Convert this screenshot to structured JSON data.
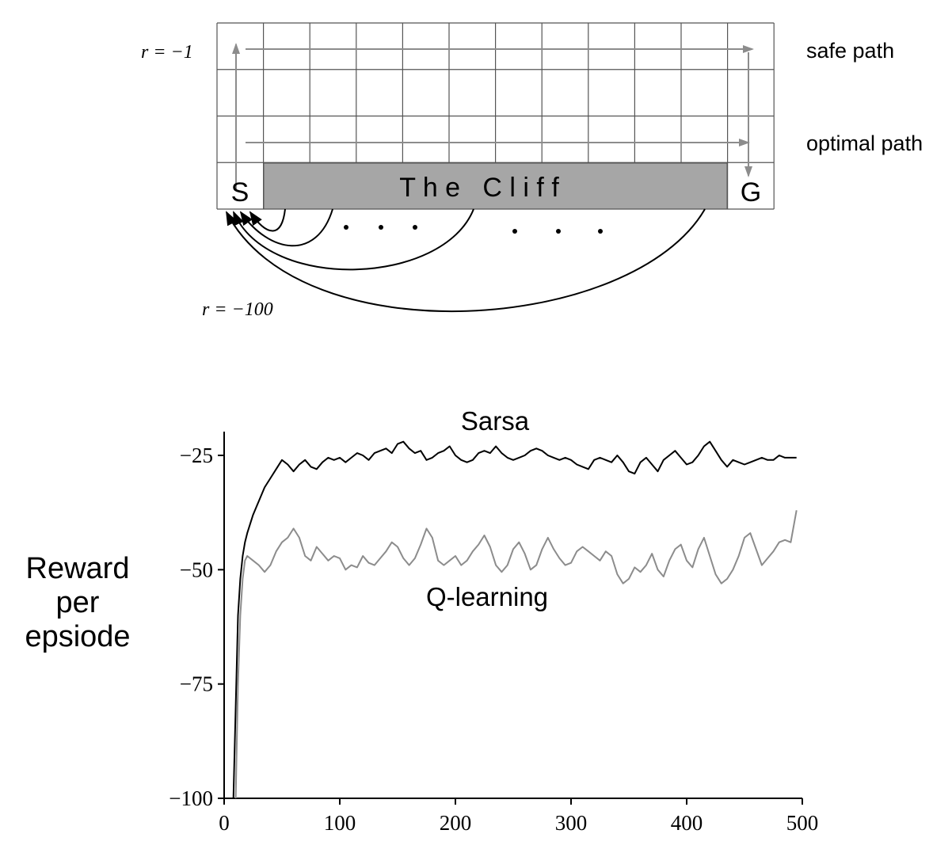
{
  "diagram": {
    "grid": {
      "cols": 12,
      "rows": 4
    },
    "labels": {
      "reward_step": "r = −1",
      "reward_cliff": "r = −100",
      "safe_path": "safe path",
      "optimal_path": "optimal path",
      "start": "S",
      "goal": "G",
      "cliff": "T h e   C l i f f"
    },
    "colors": {
      "cliff_fill": "#a6a6a6",
      "path_arrow": "#8c8c8c",
      "grid_line": "#555555"
    }
  },
  "chart_data": {
    "type": "line",
    "ylabel": "Reward\nper\nepsiode",
    "xlim": [
      0,
      500
    ],
    "ylim": [
      -100,
      -20
    ],
    "xticks": [
      0,
      100,
      200,
      300,
      400,
      500
    ],
    "yticks": [
      -25,
      -50,
      -75,
      -100
    ],
    "xtick_labels": [
      "0",
      "100",
      "200",
      "300",
      "400",
      "500"
    ],
    "ytick_labels": [
      "−25",
      "−50",
      "−75",
      "−100"
    ],
    "grid": false,
    "series": [
      {
        "name": "Sarsa",
        "color": "#000000",
        "x": [
          8,
          10,
          12,
          14,
          16,
          18,
          20,
          25,
          30,
          35,
          40,
          45,
          50,
          55,
          60,
          65,
          70,
          75,
          80,
          85,
          90,
          95,
          100,
          105,
          110,
          115,
          120,
          125,
          130,
          135,
          140,
          145,
          150,
          155,
          160,
          165,
          170,
          175,
          180,
          185,
          190,
          195,
          200,
          205,
          210,
          215,
          220,
          225,
          230,
          235,
          240,
          245,
          250,
          255,
          260,
          265,
          270,
          275,
          280,
          285,
          290,
          295,
          300,
          305,
          310,
          315,
          320,
          325,
          330,
          335,
          340,
          345,
          350,
          355,
          360,
          365,
          370,
          375,
          380,
          385,
          390,
          395,
          400,
          405,
          410,
          415,
          420,
          425,
          430,
          435,
          440,
          445,
          450,
          455,
          460,
          465,
          470,
          475,
          480,
          485,
          490,
          495
        ],
        "y": [
          -100,
          -80,
          -60,
          -52,
          -47,
          -44,
          -42,
          -38,
          -35,
          -32,
          -30,
          -28,
          -26,
          -27,
          -28.5,
          -27,
          -26,
          -27.5,
          -28,
          -26.5,
          -25.5,
          -26,
          -25.5,
          -26.5,
          -25.5,
          -24.5,
          -25,
          -26,
          -24.5,
          -24,
          -23.5,
          -24.5,
          -22.5,
          -22,
          -23.5,
          -24.5,
          -24,
          -26,
          -25.5,
          -24.5,
          -24,
          -23,
          -25,
          -26,
          -26.5,
          -26,
          -24.5,
          -24,
          -24.5,
          -23,
          -24.5,
          -25.5,
          -26,
          -25.5,
          -25,
          -24,
          -23.5,
          -24,
          -25,
          -25.5,
          -26,
          -25.5,
          -26,
          -27,
          -27.5,
          -28,
          -26,
          -25.5,
          -26,
          -26.5,
          -25,
          -26.5,
          -28.5,
          -29,
          -26.5,
          -25.5,
          -27,
          -28.5,
          -26,
          -25,
          -24,
          -25.5,
          -27,
          -26.5,
          -25,
          -23,
          -22,
          -24,
          -26,
          -27.5,
          -26,
          -26.5,
          -27,
          -26.5,
          -26,
          -25.5,
          -26,
          -26,
          -25,
          -25.5,
          -25.5,
          -25.5
        ]
      },
      {
        "name": "Q-learning",
        "color": "#8c8c8c",
        "x": [
          10,
          12,
          14,
          16,
          18,
          20,
          25,
          30,
          35,
          40,
          45,
          50,
          55,
          60,
          65,
          70,
          75,
          80,
          85,
          90,
          95,
          100,
          105,
          110,
          115,
          120,
          125,
          130,
          135,
          140,
          145,
          150,
          155,
          160,
          165,
          170,
          175,
          180,
          185,
          190,
          195,
          200,
          205,
          210,
          215,
          220,
          225,
          230,
          235,
          240,
          245,
          250,
          255,
          260,
          265,
          270,
          275,
          280,
          285,
          290,
          295,
          300,
          305,
          310,
          315,
          320,
          325,
          330,
          335,
          340,
          345,
          350,
          355,
          360,
          365,
          370,
          375,
          380,
          385,
          390,
          395,
          400,
          405,
          410,
          415,
          420,
          425,
          430,
          435,
          440,
          445,
          450,
          455,
          460,
          465,
          470,
          475,
          480,
          485,
          490,
          495
        ],
        "y": [
          -100,
          -75,
          -60,
          -52,
          -48,
          -47,
          -48,
          -49,
          -50.5,
          -49,
          -46,
          -44,
          -43,
          -41,
          -43,
          -47,
          -48,
          -45,
          -46.5,
          -48,
          -47,
          -47.5,
          -50,
          -49,
          -49.5,
          -47,
          -48.5,
          -49,
          -47.5,
          -46,
          -44,
          -45,
          -47.5,
          -49,
          -47.5,
          -44.5,
          -41,
          -43,
          -48,
          -49,
          -48,
          -47,
          -49,
          -48,
          -46,
          -44.5,
          -42.5,
          -45,
          -49,
          -50.5,
          -49,
          -45.5,
          -44,
          -46.5,
          -50,
          -49,
          -45.5,
          -43,
          -45.5,
          -47.5,
          -49,
          -48.5,
          -46,
          -45,
          -46,
          -47,
          -48,
          -46,
          -47,
          -51,
          -53,
          -52,
          -49.5,
          -50.5,
          -49,
          -46.5,
          -50,
          -51.5,
          -48,
          -45.5,
          -44.5,
          -48,
          -49.5,
          -45.5,
          -43,
          -47,
          -51,
          -53,
          -52,
          -50,
          -47,
          -43,
          -42,
          -45.5,
          -49,
          -47.5,
          -46,
          -44,
          -43.5,
          -44,
          -37
        ]
      }
    ]
  }
}
